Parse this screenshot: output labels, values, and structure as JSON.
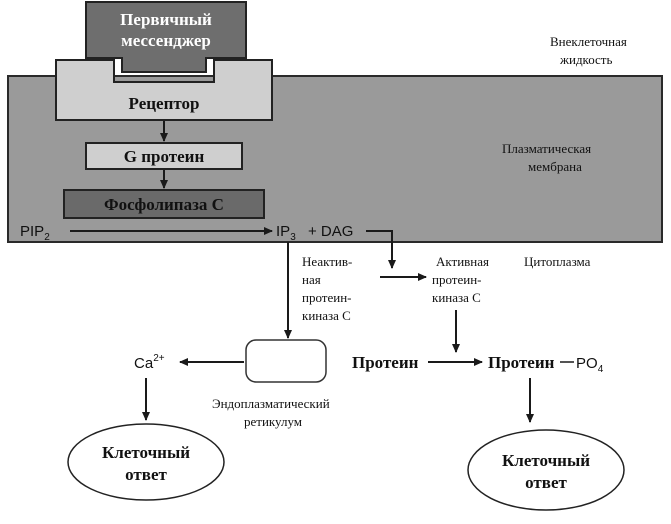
{
  "regions": {
    "extracellular": [
      "Внеклеточная",
      "жидкость"
    ],
    "membrane": [
      "Плазматическая",
      "мембрана"
    ],
    "cytoplasm": "Цитоплазма"
  },
  "boxes": {
    "messenger": [
      "Первичный",
      "мессенджер"
    ],
    "receptor": "Рецептор",
    "g_protein": "G протеин",
    "phospholipase": "Фосфолипаза С",
    "er": [
      "Эндоплазматический",
      "ретикулум"
    ]
  },
  "molecules": {
    "pip": "PIP",
    "pip_sub": "2",
    "ip": "IP",
    "ip_sub": "3",
    "plus_dag": "+ DAG",
    "ca": "Ca",
    "ca_sup": "2+",
    "protein": "Протеин",
    "protein_p": "Протеин",
    "po4": "PO",
    "po4_sub": "4"
  },
  "kinase": {
    "inactive": [
      "Неактив-",
      "ная",
      "протеин-",
      "киназа С"
    ],
    "active": [
      "Активная",
      "протеин-",
      "киназа С"
    ]
  },
  "responses": {
    "left": [
      "Клеточный",
      "ответ"
    ],
    "right": [
      "Клеточный",
      "ответ"
    ]
  },
  "colors": {
    "membrane_fill": "#9a9a9a",
    "messenger_fill": "#6e6e6e",
    "receptor_fill": "#cfcfcf",
    "gprotein_fill": "#cfcfcf",
    "phospholipase_fill": "#6a6a6a",
    "ink": "#1a1a1a"
  }
}
